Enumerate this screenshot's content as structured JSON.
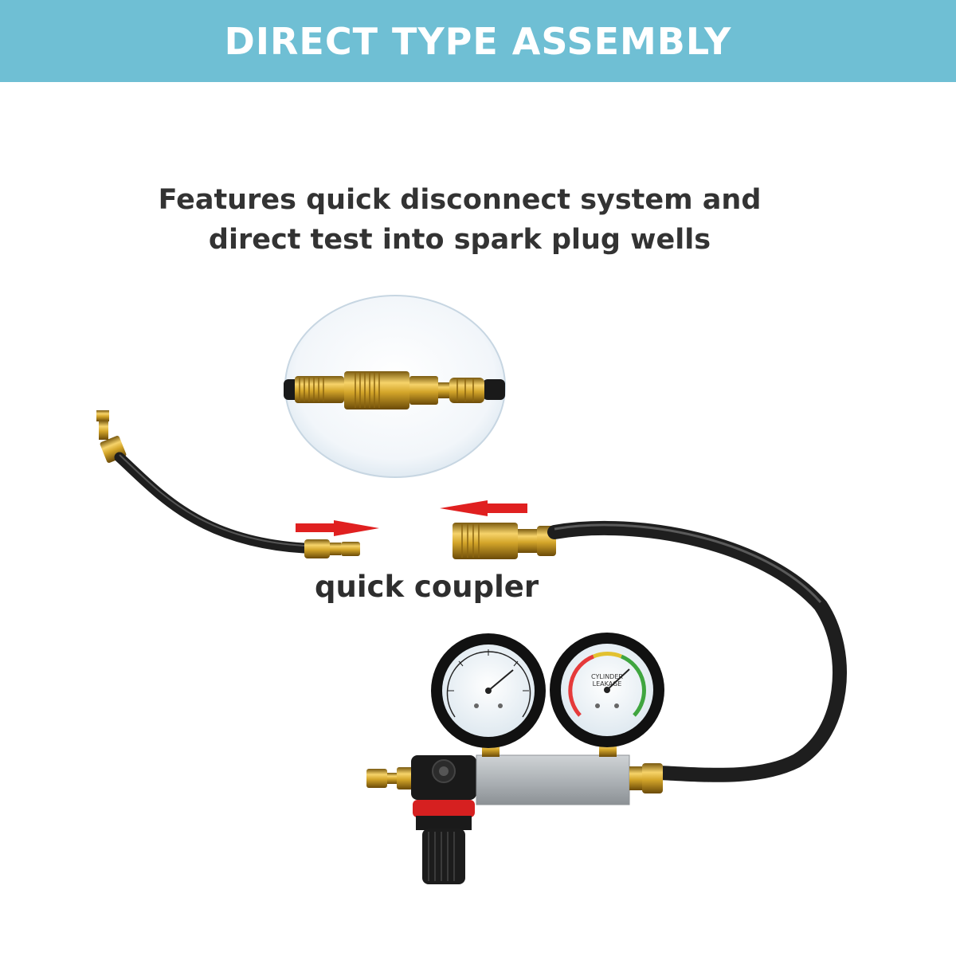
{
  "banner": {
    "title": "DIRECT TYPE ASSEMBLY",
    "background": "#6fbfd4"
  },
  "description": {
    "line1": "Features quick disconnect system and",
    "line2": "direct test into spark plug wells"
  },
  "callout": {
    "label": "quick coupler"
  },
  "gauges": {
    "right_label_line1": "CYLINDER",
    "right_label_line2": "LEAKAGE"
  },
  "colors": {
    "arrow": "#e02020",
    "brass": "#d4a62a",
    "hose": "#1e1e1e"
  },
  "icons": [
    "arrow-right-icon",
    "arrow-left-icon"
  ]
}
